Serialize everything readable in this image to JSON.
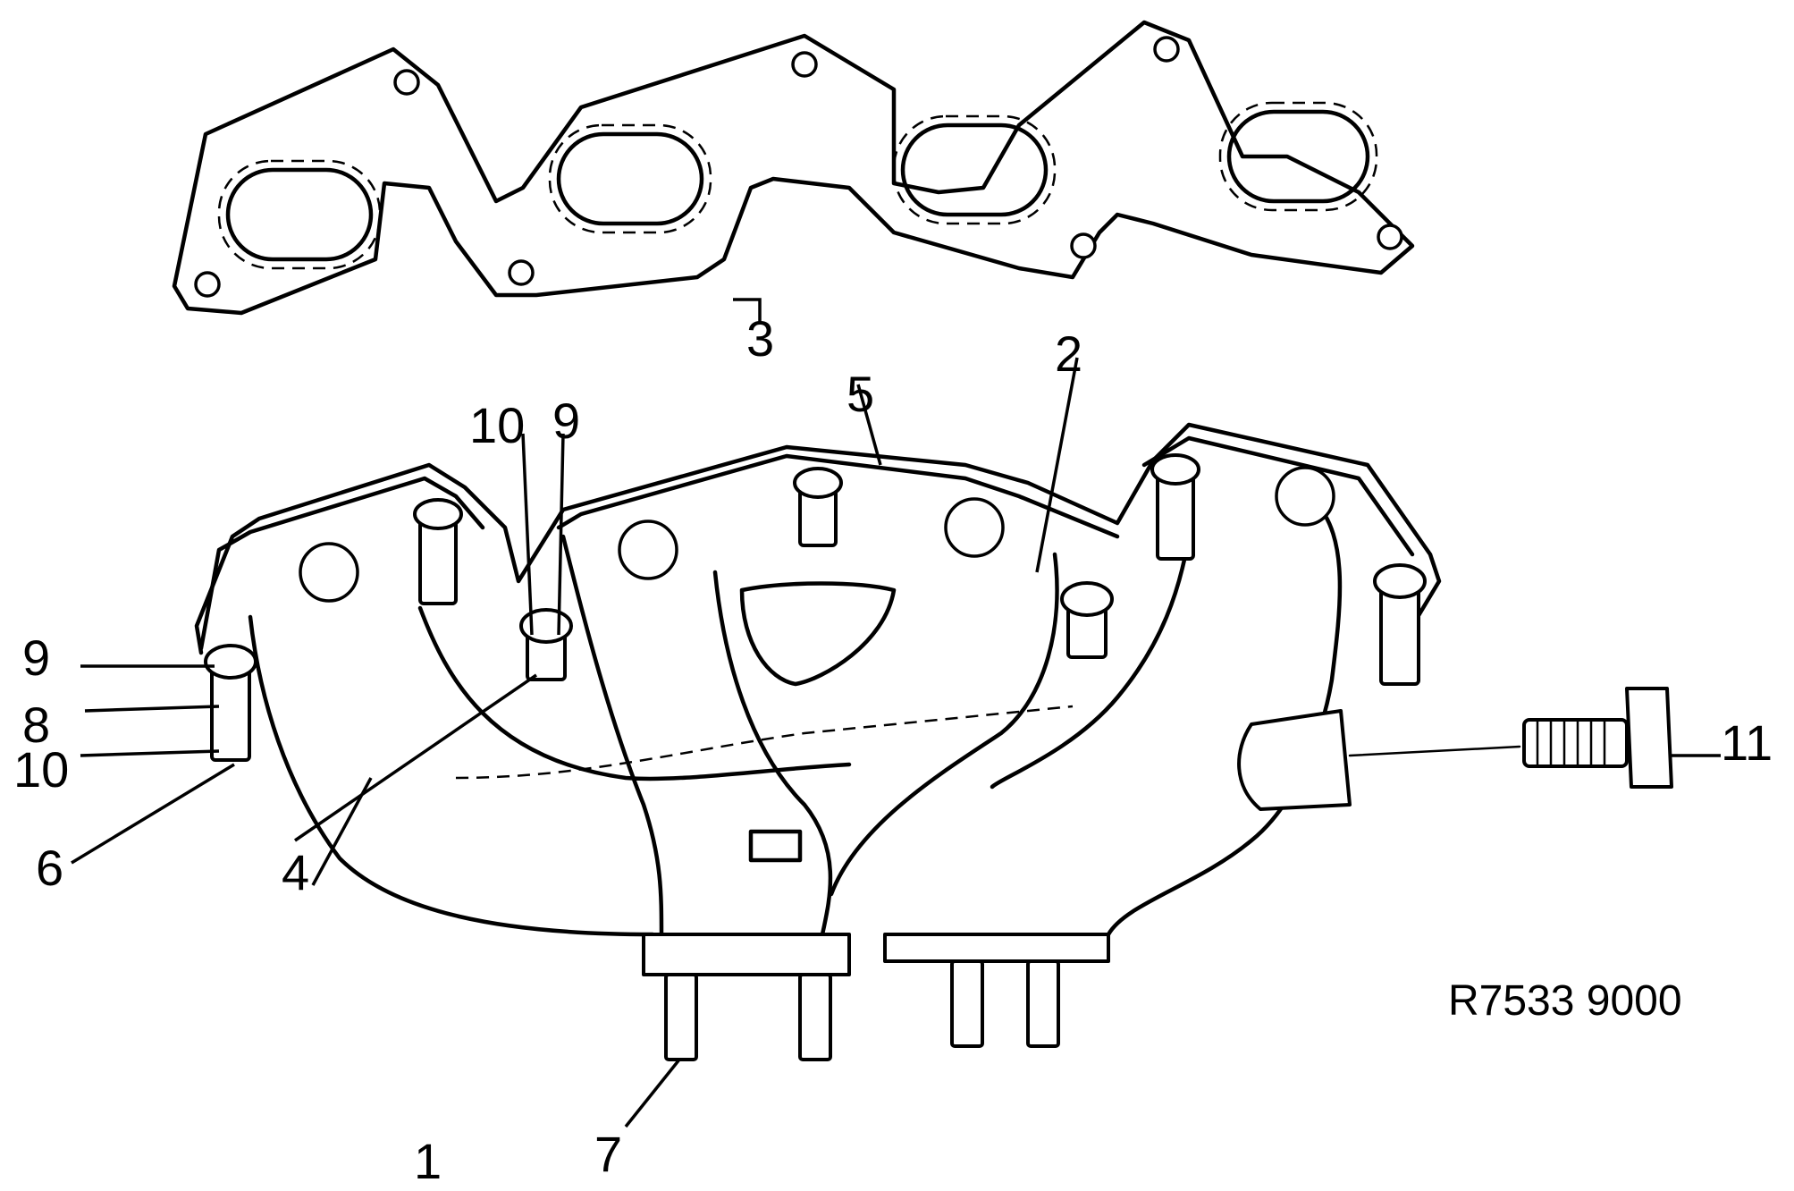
{
  "callouts": {
    "c1": "1",
    "c2": "2",
    "c3": "3",
    "c4": "4",
    "c5": "5",
    "c6": "6",
    "c7": "7",
    "c8": "8",
    "c9_left": "9",
    "c9_mid": "9",
    "c10_left": "10",
    "c10_mid": "10",
    "c11": "11"
  },
  "reference_code": "R7533 9000"
}
